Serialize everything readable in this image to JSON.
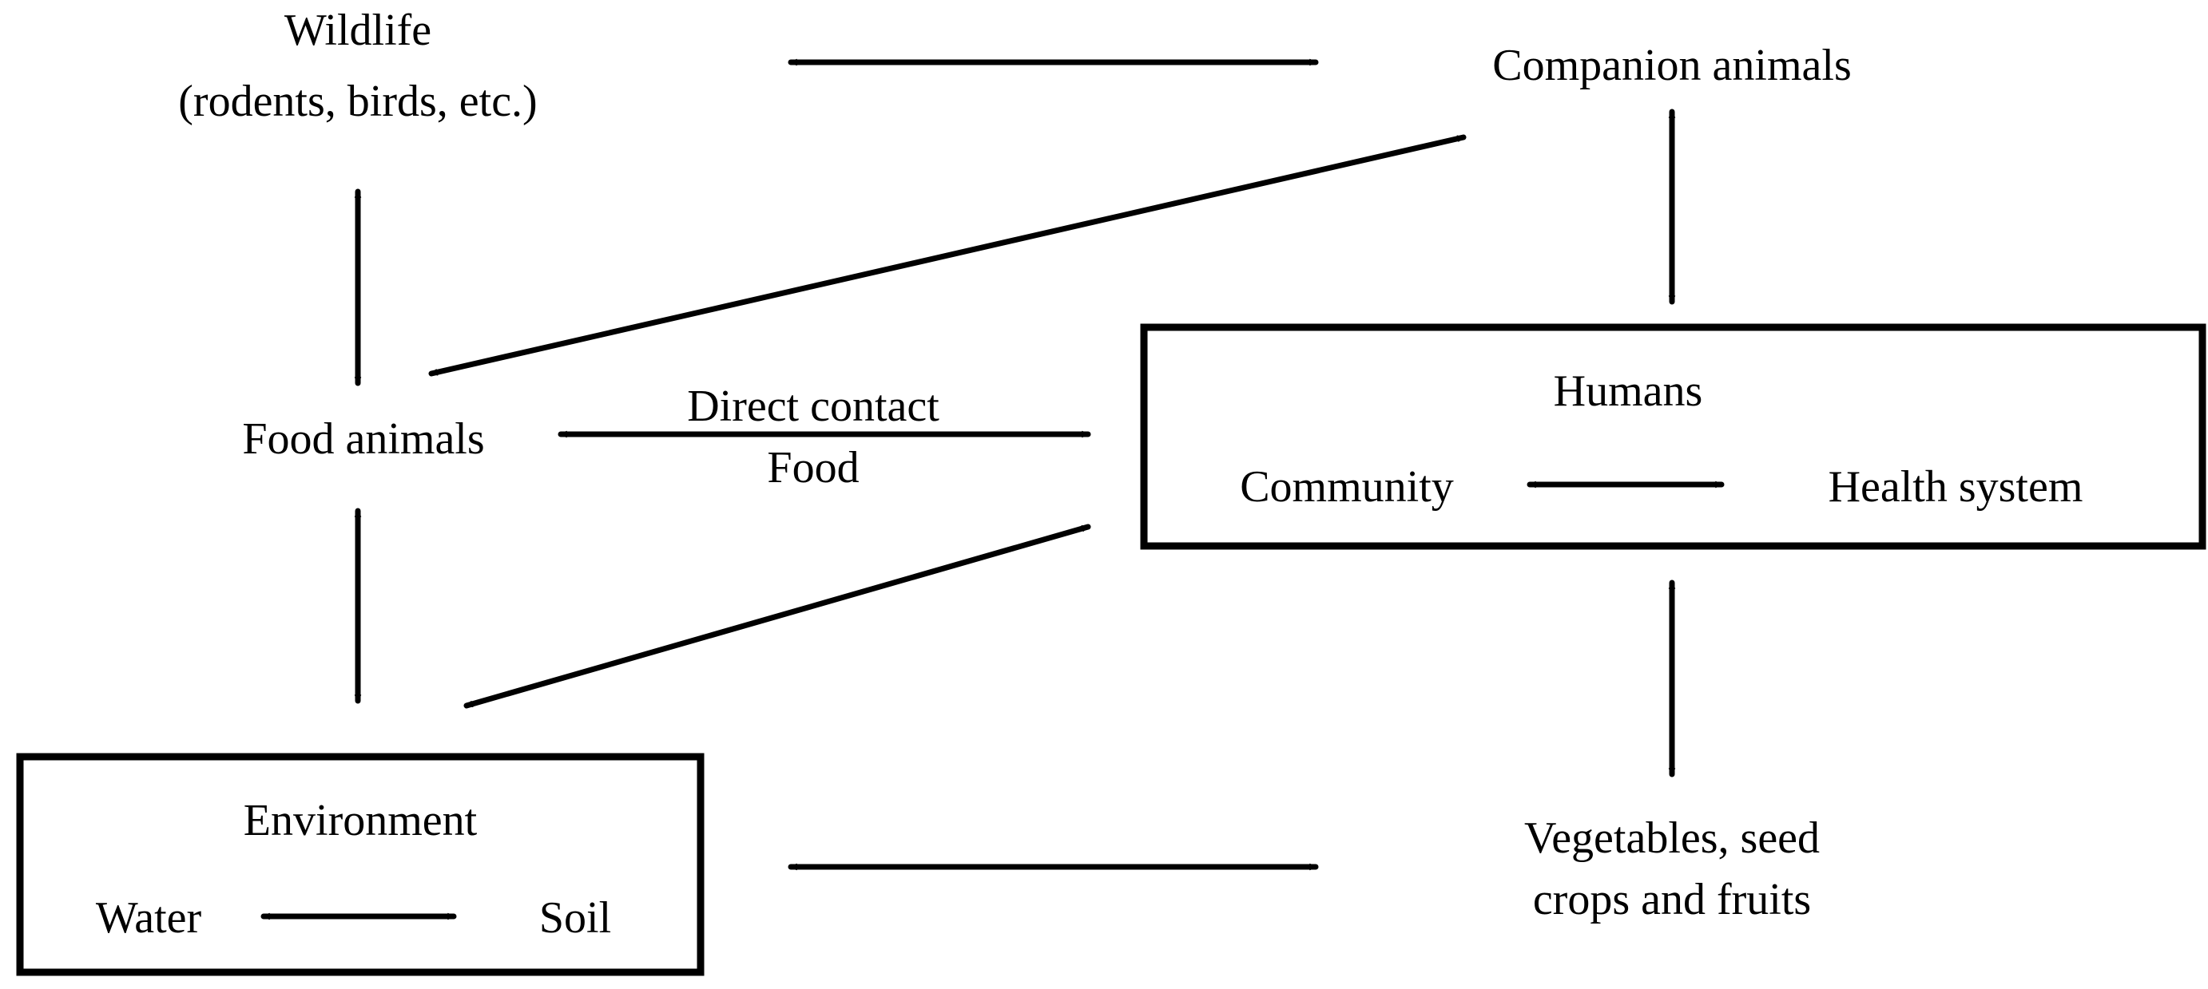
{
  "nodes": {
    "wildlife": {
      "title": "Wildlife",
      "subtitle": "(rodents, birds, etc.)"
    },
    "companion_animals": {
      "label": "Companion animals"
    },
    "food_animals": {
      "label": "Food animals"
    },
    "humans": {
      "title": "Humans",
      "left": "Community",
      "right": "Health system"
    },
    "environment": {
      "title": "Environment",
      "left": "Water",
      "right": "Soil"
    },
    "vegetables": {
      "line1": "Vegetables, seed",
      "line2": "crops and fruits"
    }
  },
  "edge_labels": {
    "food_to_humans_top": "Direct contact",
    "food_to_humans_bottom": "Food"
  },
  "edges": [
    {
      "from": "wildlife",
      "to": "companion_animals",
      "bidirectional": true
    },
    {
      "from": "wildlife",
      "to": "food_animals",
      "bidirectional": true
    },
    {
      "from": "food_animals",
      "to": "companion_animals",
      "bidirectional": true
    },
    {
      "from": "companion_animals",
      "to": "humans",
      "bidirectional": true
    },
    {
      "from": "food_animals",
      "to": "humans",
      "bidirectional": true
    },
    {
      "from": "food_animals",
      "to": "environment",
      "bidirectional": true
    },
    {
      "from": "environment",
      "to": "humans",
      "bidirectional": true
    },
    {
      "from": "humans",
      "to": "vegetables",
      "bidirectional": true
    },
    {
      "from": "environment",
      "to": "vegetables",
      "bidirectional": true
    },
    {
      "from": "community",
      "to": "health_system",
      "bidirectional": true
    },
    {
      "from": "water",
      "to": "soil",
      "bidirectional": true
    }
  ]
}
